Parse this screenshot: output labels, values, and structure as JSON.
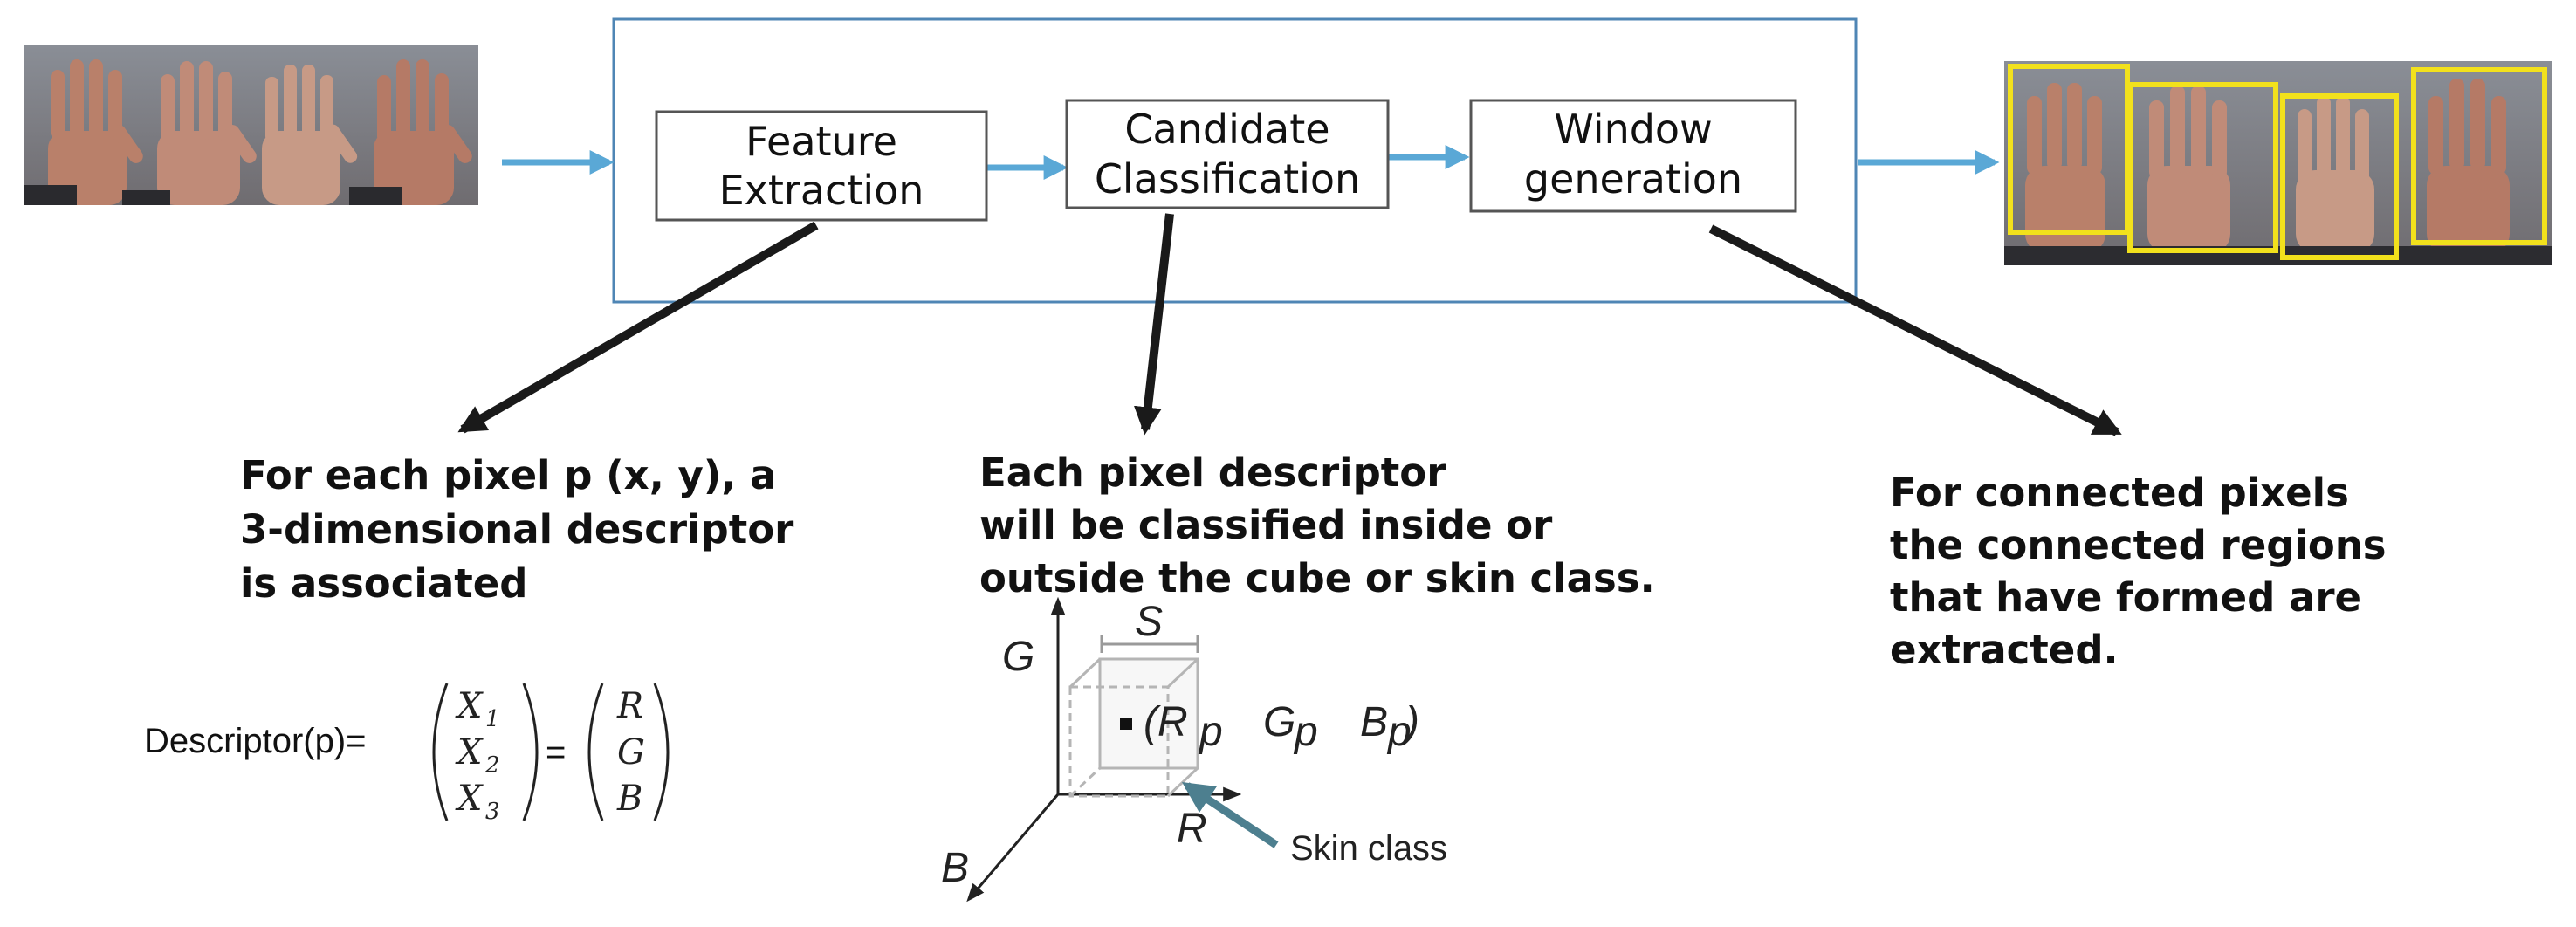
{
  "pipeline": {
    "stages": [
      {
        "line1": "Feature",
        "line2": "Extraction"
      },
      {
        "line1": "Candidate",
        "line2": "Classification"
      },
      {
        "line1": "Window",
        "line2": "generation"
      }
    ]
  },
  "descriptions": {
    "feature": [
      "For each pixel p (x, y), a",
      "3-dimensional descriptor",
      "is associated"
    ],
    "classification": [
      "Each pixel descriptor",
      "will be classified inside or",
      "outside the cube or skin class."
    ],
    "window": [
      "For connected pixels",
      "the connected regions",
      "that have formed are",
      "extracted."
    ]
  },
  "formula": {
    "label": "Descriptor(p)=",
    "x_vector": [
      "X",
      "X",
      "X"
    ],
    "x_subscripts": [
      "1",
      "2",
      "3"
    ],
    "equals": "=",
    "rgb_vector": [
      "R",
      "G",
      "B"
    ]
  },
  "cube_diagram": {
    "axis_g": "G",
    "axis_r": "R",
    "axis_b": "B",
    "side_label": "S",
    "point_open": "(R",
    "sub_p": "p",
    "point_g": "G",
    "point_b": "B",
    "point_close": ")",
    "skin_label": "Skin class"
  },
  "colors": {
    "arrow_blue": "#5aa8d6",
    "frame": "#4f86b5",
    "box_border": "#555555",
    "detection_box": "#f2e11c",
    "black_arrow": "#1a1a1a"
  }
}
